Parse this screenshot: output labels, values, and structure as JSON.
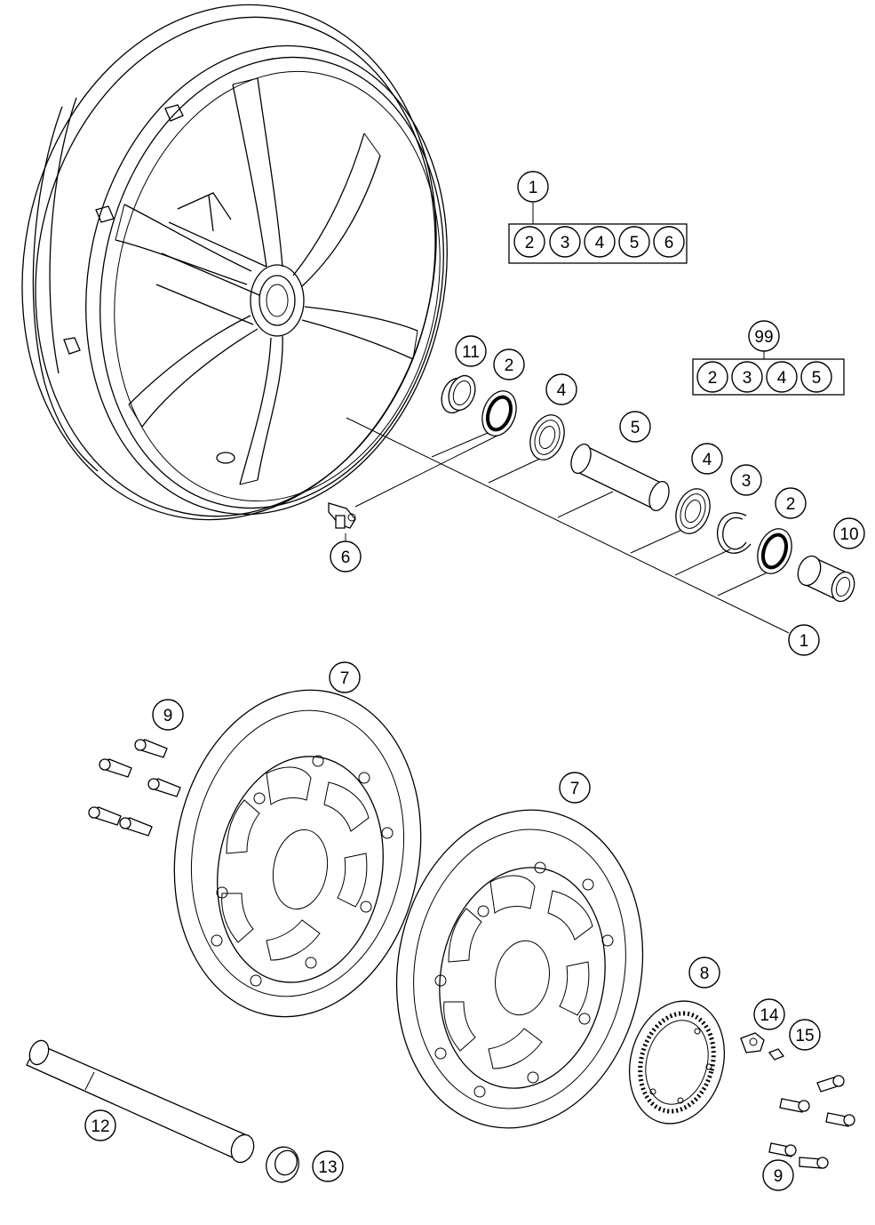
{
  "callouts": {
    "c1_top": "1",
    "c1_set_2": "2",
    "c1_set_3": "3",
    "c1_set_4": "4",
    "c1_set_5": "5",
    "c1_set_6": "6",
    "c99": "99",
    "c99_set_2": "2",
    "c99_set_3": "3",
    "c99_set_4": "4",
    "c99_set_5": "5",
    "c11": "11",
    "c2_a": "2",
    "c4_a": "4",
    "c5": "5",
    "c4_b": "4",
    "c3": "3",
    "c2_b": "2",
    "c10": "10",
    "c6": "6",
    "c1_bottom": "1",
    "c7_left": "7",
    "c7_right": "7",
    "c9_top": "9",
    "c8": "8",
    "c14": "14",
    "c15": "15",
    "c9_bottom": "9",
    "c12": "12",
    "c13": "13"
  }
}
